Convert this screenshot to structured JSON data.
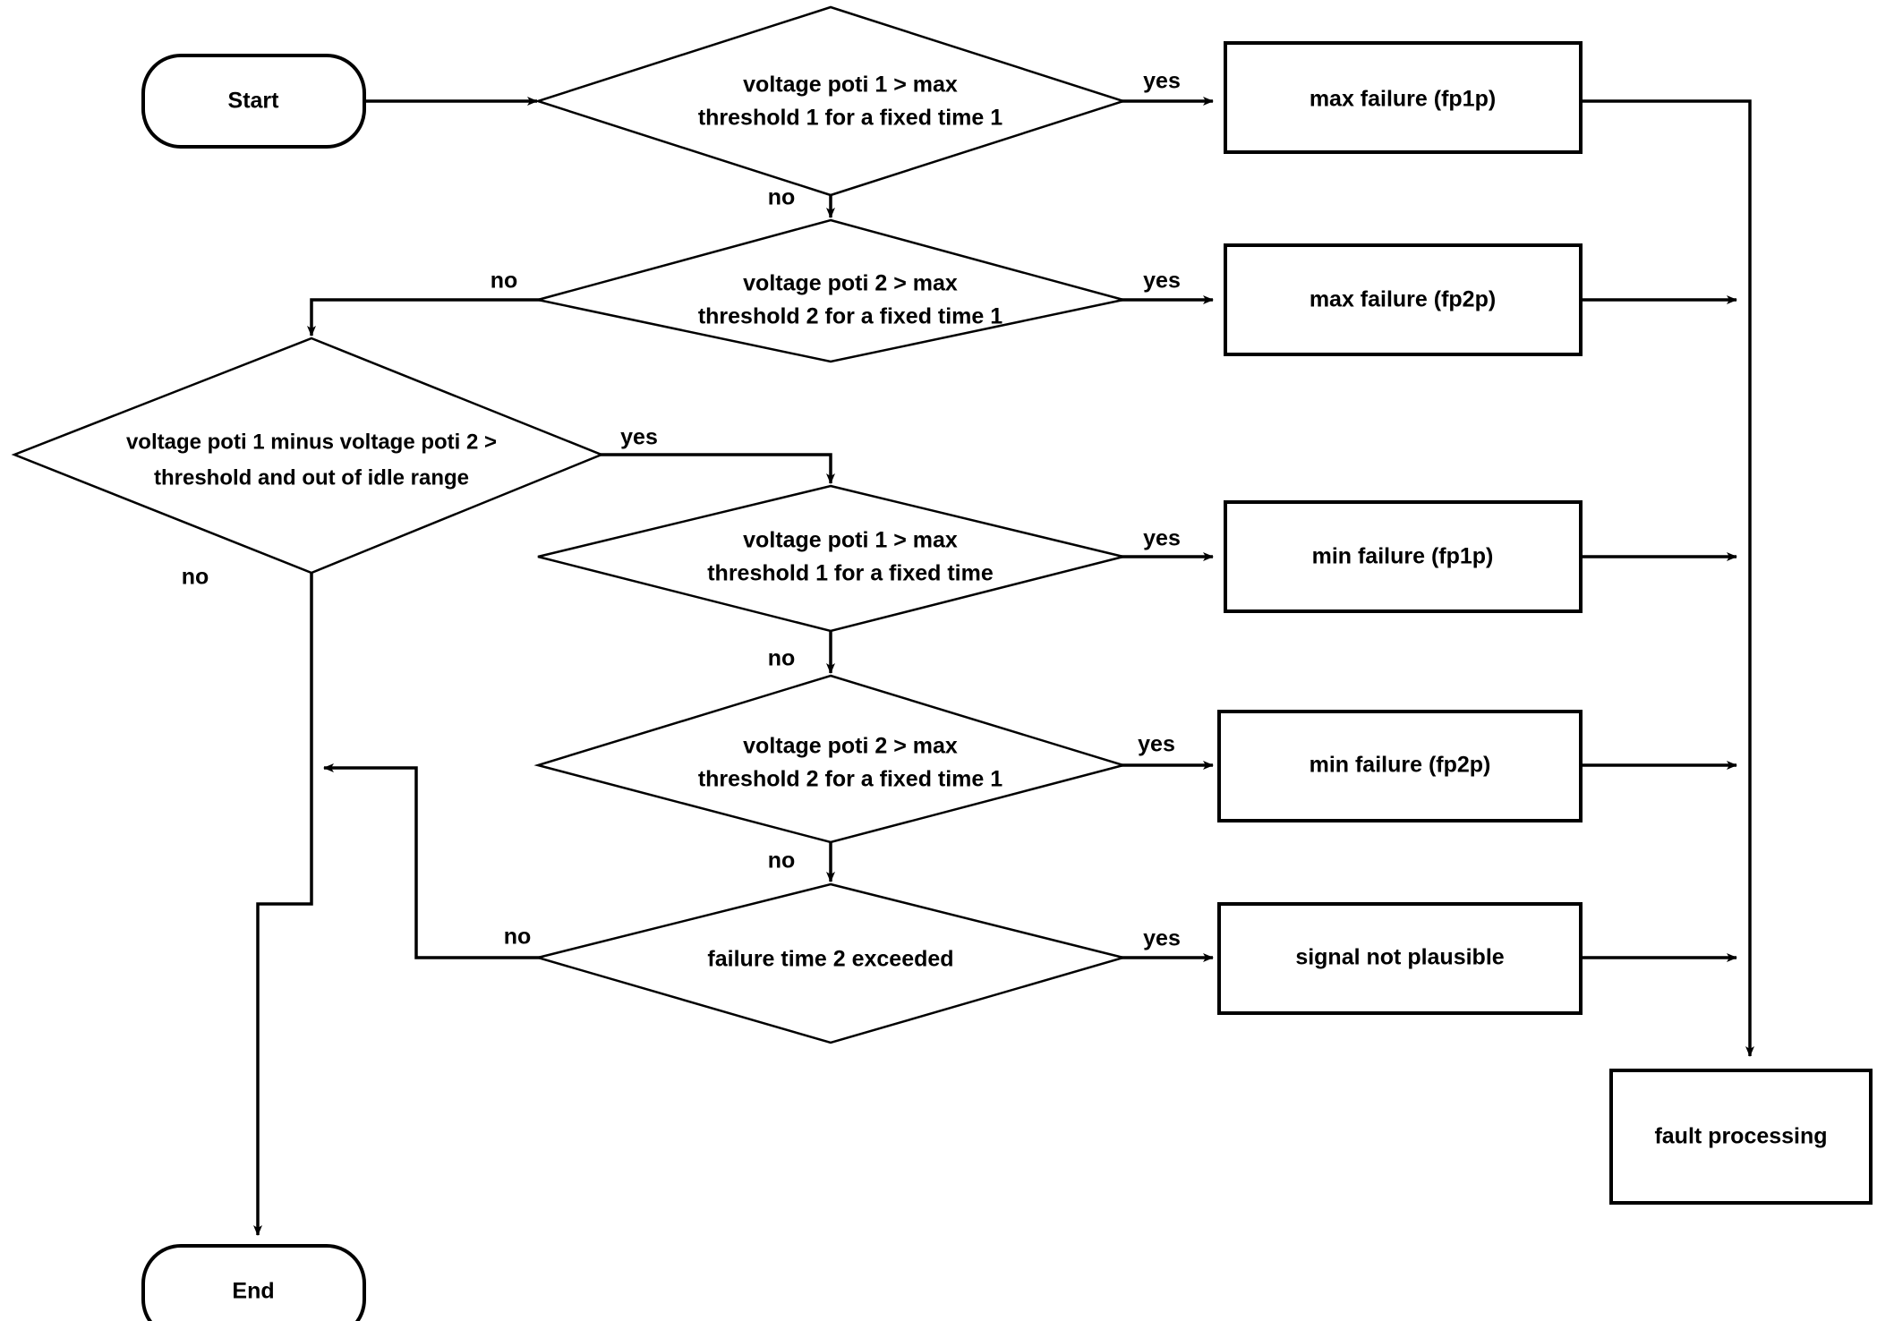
{
  "diagram": {
    "type": "flowchart",
    "title": "",
    "background_color": "#ffffff",
    "line_color": "#000000",
    "nodes": {
      "start": {
        "label": "Start",
        "shape": "terminator"
      },
      "end": {
        "label": "End",
        "shape": "terminator"
      },
      "d1": {
        "line1": "voltage poti 1 > max",
        "line2": "threshold 1 for a fixed time 1",
        "shape": "decision"
      },
      "d2": {
        "line1": "voltage poti 2 > max",
        "line2": "threshold 2 for a fixed time 1",
        "shape": "decision"
      },
      "d3": {
        "line1": "voltage poti 1 minus voltage poti 2 >",
        "line2": "threshold and out of  idle range",
        "shape": "decision"
      },
      "d4": {
        "line1": "voltage poti 1 > max",
        "line2": "threshold 1 for a fixed time",
        "shape": "decision"
      },
      "d5": {
        "line1": "voltage poti 2 > max",
        "line2": "threshold 2 for a fixed time 1",
        "shape": "decision"
      },
      "d6": {
        "line1": "failure time 2 exceeded",
        "line2": "",
        "shape": "decision"
      },
      "p1": {
        "label": "max failure (fp1p)",
        "shape": "process"
      },
      "p2": {
        "label": "max failure (fp2p)",
        "shape": "process"
      },
      "p3": {
        "label": "min failure (fp1p)",
        "shape": "process"
      },
      "p4": {
        "label": "min failure (fp2p)",
        "shape": "process"
      },
      "p5": {
        "label": "signal not plausible",
        "shape": "process"
      },
      "p6": {
        "label": "fault processing",
        "shape": "process"
      }
    },
    "edge_labels": {
      "d1_yes": "yes",
      "d1_no": "no",
      "d2_yes": "yes",
      "d2_no": "no",
      "d3_yes": "yes",
      "d3_no": "no",
      "d4_yes": "yes",
      "d4_no": "no",
      "d5_yes": "yes",
      "d5_no": "no",
      "d6_yes": "yes",
      "d6_no": "no"
    }
  }
}
